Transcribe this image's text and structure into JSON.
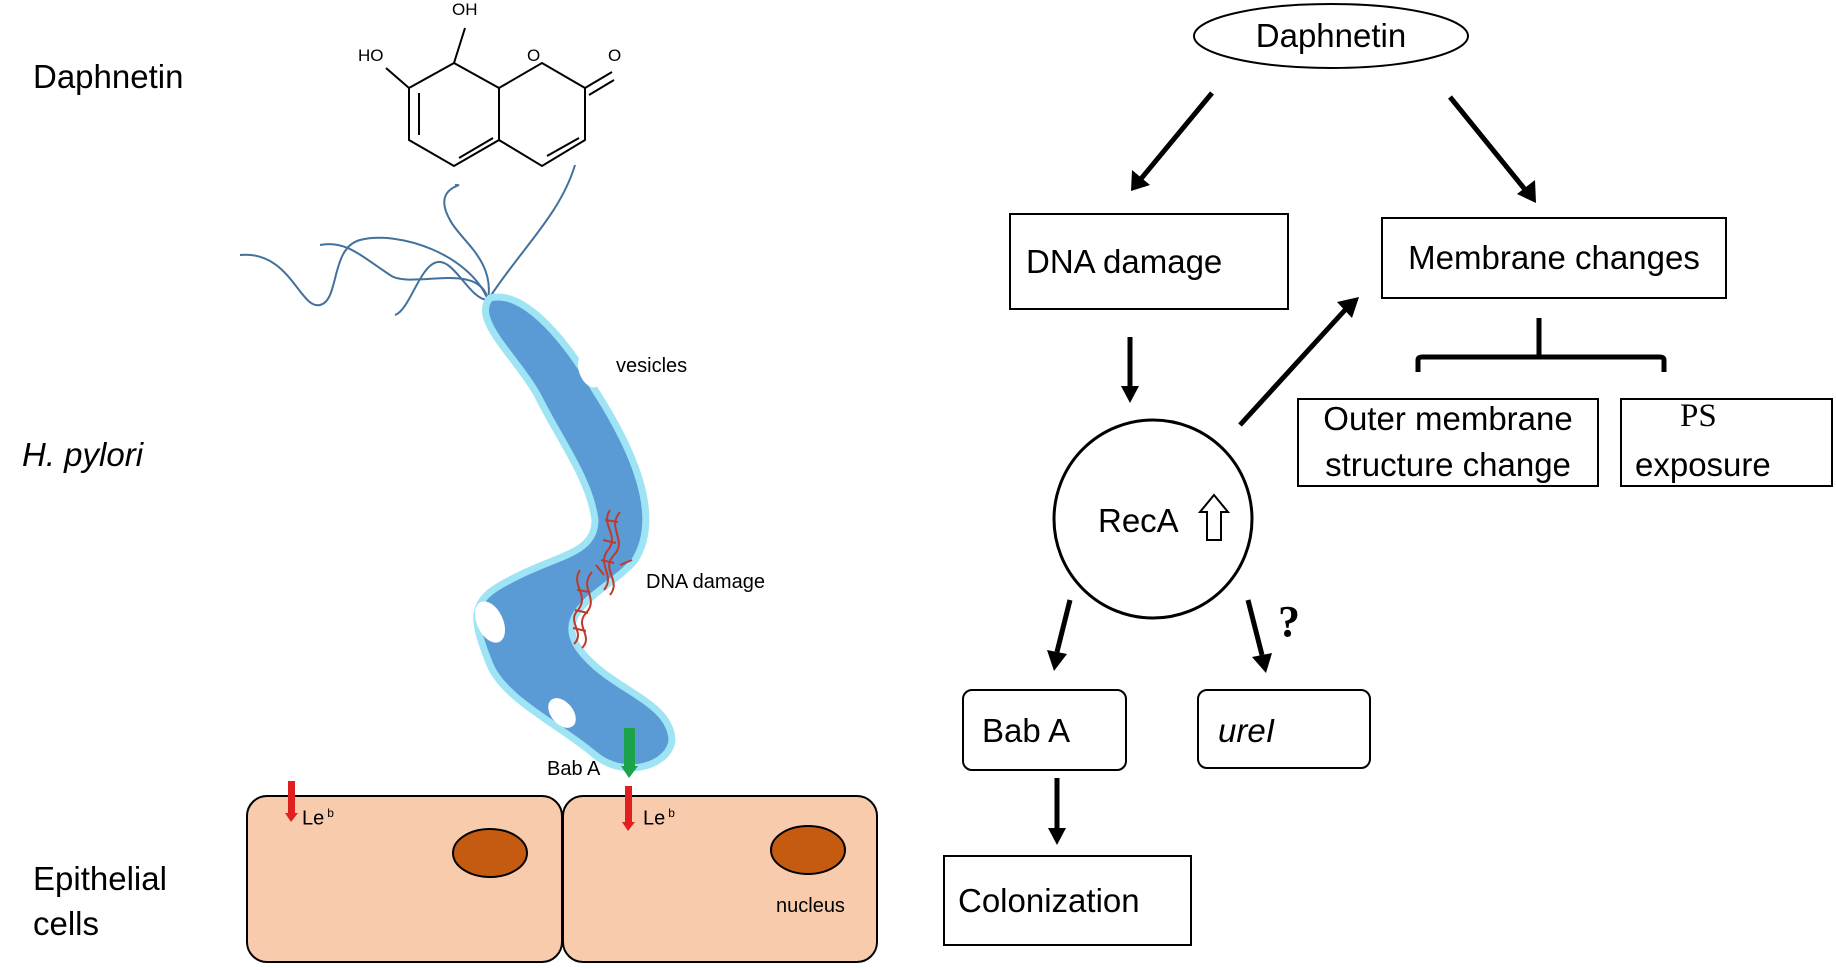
{
  "left": {
    "row_labels": {
      "daphnetin": "Daphnetin",
      "h_pylori": "H. pylori",
      "epithelial_line1": "Epithelial",
      "epithelial_line2": "cells"
    },
    "molecule": {
      "oh_top": "OH",
      "ho_left": "HO",
      "ring_o": "O",
      "carbonyl_o": "O"
    },
    "bacterium": {
      "vesicles": "vesicles",
      "dna_damage": "DNA damage",
      "bab_a": "Bab A"
    },
    "cells": {
      "leb": "Le",
      "leb_sup": "b",
      "nucleus": "nucleus"
    }
  },
  "right": {
    "daphnetin": "Daphnetin",
    "dna_damage": "DNA damage",
    "membrane_changes": "Membrane changes",
    "outer_line1": "Outer membrane",
    "outer_line2": "structure change",
    "ps_line1": "PS",
    "ps_line2": "exposure",
    "reca": "RecA",
    "question": "?",
    "bab_a": "Bab A",
    "urei": "ureI",
    "colonization": "Colonization"
  },
  "colors": {
    "bacterium_fill": "#5b9bd5",
    "bacterium_outline": "#9fe4f5",
    "flagella": "#41719c",
    "cell_fill": "#f8cbad",
    "nucleus_fill": "#c55a11",
    "receptor_red": "#e02020",
    "adhesin_green": "#1aa34a",
    "dna_red": "#c0392b"
  }
}
